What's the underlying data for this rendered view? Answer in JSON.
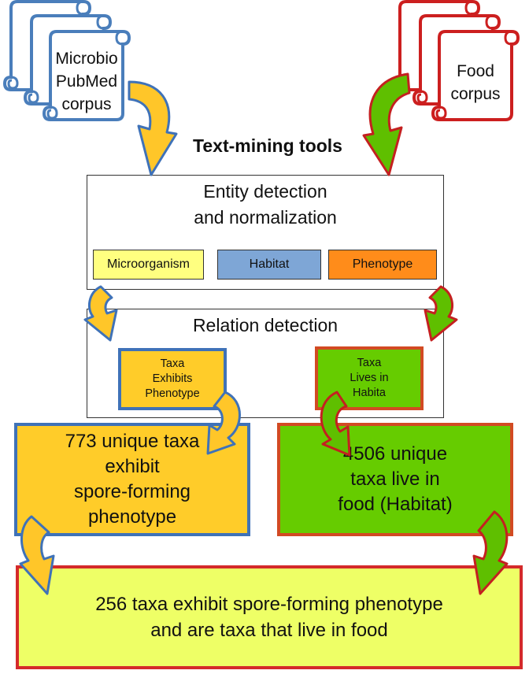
{
  "corpora": {
    "microbio": {
      "lines": [
        "Microbio",
        "PubMed",
        "corpus"
      ],
      "color": "#4a7ebb"
    },
    "food": {
      "lines": [
        "Food",
        "corpus"
      ],
      "color": "#cc1f1f"
    }
  },
  "heading": "Text-mining tools",
  "entity_detection": {
    "title_lines": [
      "Entity detection",
      "and normalization"
    ],
    "tags": [
      {
        "label": "Microorganism",
        "fill": "#ffff80"
      },
      {
        "label": "Habitat",
        "fill": "#7ea6d6"
      },
      {
        "label": "Phenotype",
        "fill": "#ff8c1a"
      }
    ]
  },
  "relation_detection": {
    "title": "Relation detection",
    "exhibits": {
      "lines": [
        "Taxa",
        "Exhibits",
        "Phenotype"
      ],
      "fill": "#ffcc29",
      "border": "#3f72b8"
    },
    "lives_in": {
      "lines": [
        "Taxa",
        "Lives in",
        "Habita"
      ],
      "fill": "#66cc00",
      "border": "#d24a23"
    }
  },
  "results": {
    "spore": {
      "lines": [
        "773 unique taxa",
        "exhibit",
        "spore-forming",
        "phenotype"
      ],
      "fill": "#ffcc29",
      "border": "#3f72b8"
    },
    "food": {
      "lines": [
        "4506 unique",
        "taxa live in",
        "food (Habitat)"
      ],
      "fill": "#66cc00",
      "border": "#d24a23"
    }
  },
  "final": {
    "lines": [
      "256 taxa exhibit spore-forming phenotype",
      "and are taxa  that live in food"
    ],
    "fill": "#eeff66",
    "border": "#d42a2a"
  },
  "colors": {
    "yellow_arrow": "#ffc629",
    "green_arrow": "#5fbf00",
    "blue_outline": "#3f72b8",
    "red_outline": "#c42020"
  }
}
